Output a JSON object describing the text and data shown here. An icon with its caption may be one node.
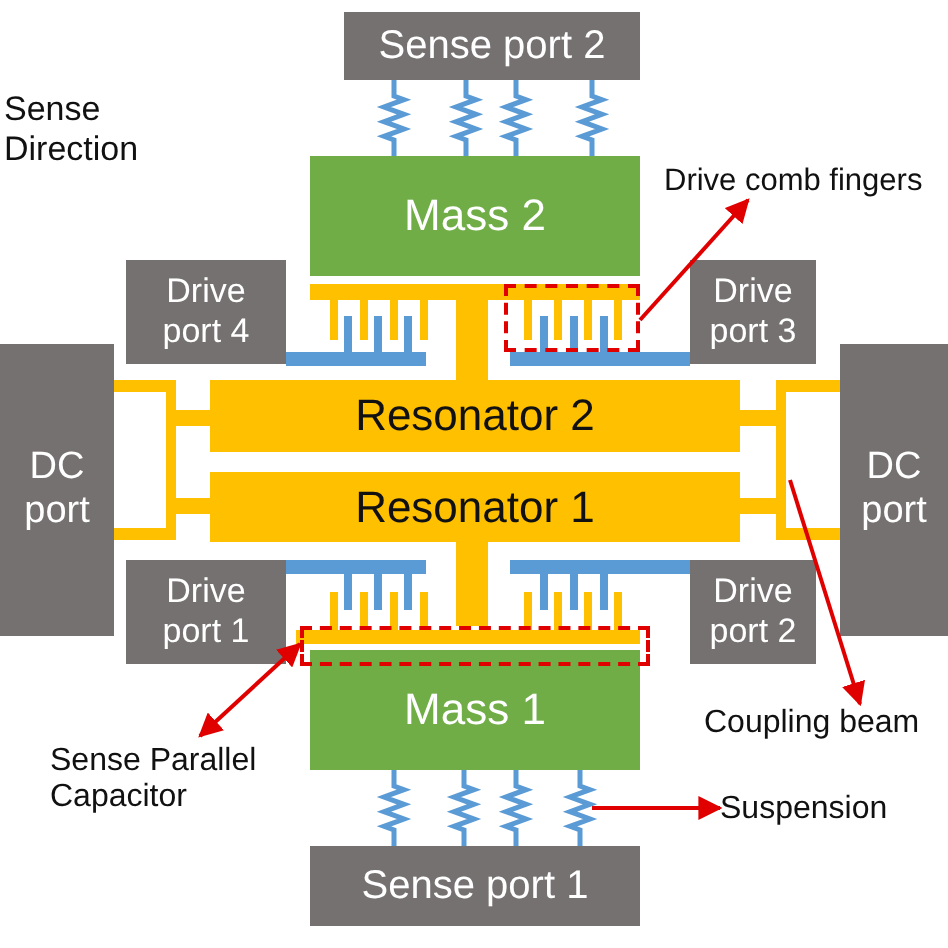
{
  "diagram": {
    "nodes": [
      {
        "text": [
          "Sense port 2"
        ]
      },
      {
        "text": [
          "Mass 2"
        ]
      },
      {
        "text": [
          "Drive port 4"
        ]
      },
      {
        "text": [
          "Drive port 3"
        ]
      },
      {
        "text": [
          "DC port"
        ]
      },
      {
        "text": [
          "Resonator 2"
        ]
      },
      {
        "text": [
          "Resonator 1"
        ]
      },
      {
        "text": [
          "DC port"
        ]
      },
      {
        "text": [
          "Drive port 1"
        ]
      },
      {
        "text": [
          "Drive port 2"
        ]
      },
      {
        "text": [
          "Mass 1"
        ]
      },
      {
        "text": [
          "Sense port 1"
        ]
      },
      {
        "text": [
          "Drive comb fingers"
        ]
      },
      {
        "text": [],
        "shape": "box"
      },
      {
        "text": [
          "Sense Direction"
        ]
      },
      {
        "text": [
          "Sense Parallel Capacitor"
        ]
      },
      {
        "text": [],
        "shape": "box"
      },
      {
        "text": [
          "Coupling beam"
        ]
      },
      {
        "text": [
          "Suspension"
        ]
      }
    ],
    "edges": [
      {
        "from": 13,
        "to": 12,
        "arrow": "to",
        "color": "#e00000"
      },
      {
        "from": 15,
        "to": 16,
        "arrow": "both",
        "color": "#e00000"
      },
      {
        "from": null,
        "to": 17,
        "arrow": "to",
        "color": "#e00000"
      },
      {
        "from": null,
        "to": 18,
        "arrow": "to",
        "color": "#e00000"
      },
      {
        "from": 0,
        "to": 1,
        "arrow": "none"
      },
      {
        "from": 0,
        "to": 1,
        "arrow": "none"
      },
      {
        "from": 0,
        "to": 1,
        "arrow": "none"
      },
      {
        "from": 0,
        "to": 1,
        "arrow": "none"
      },
      {
        "from": 10,
        "to": 11,
        "arrow": "none"
      },
      {
        "from": 10,
        "to": 11,
        "arrow": "none"
      },
      {
        "from": 10,
        "to": 11,
        "arrow": "none"
      },
      {
        "from": 10,
        "to": 11,
        "arrow": "none"
      }
    ]
  }
}
